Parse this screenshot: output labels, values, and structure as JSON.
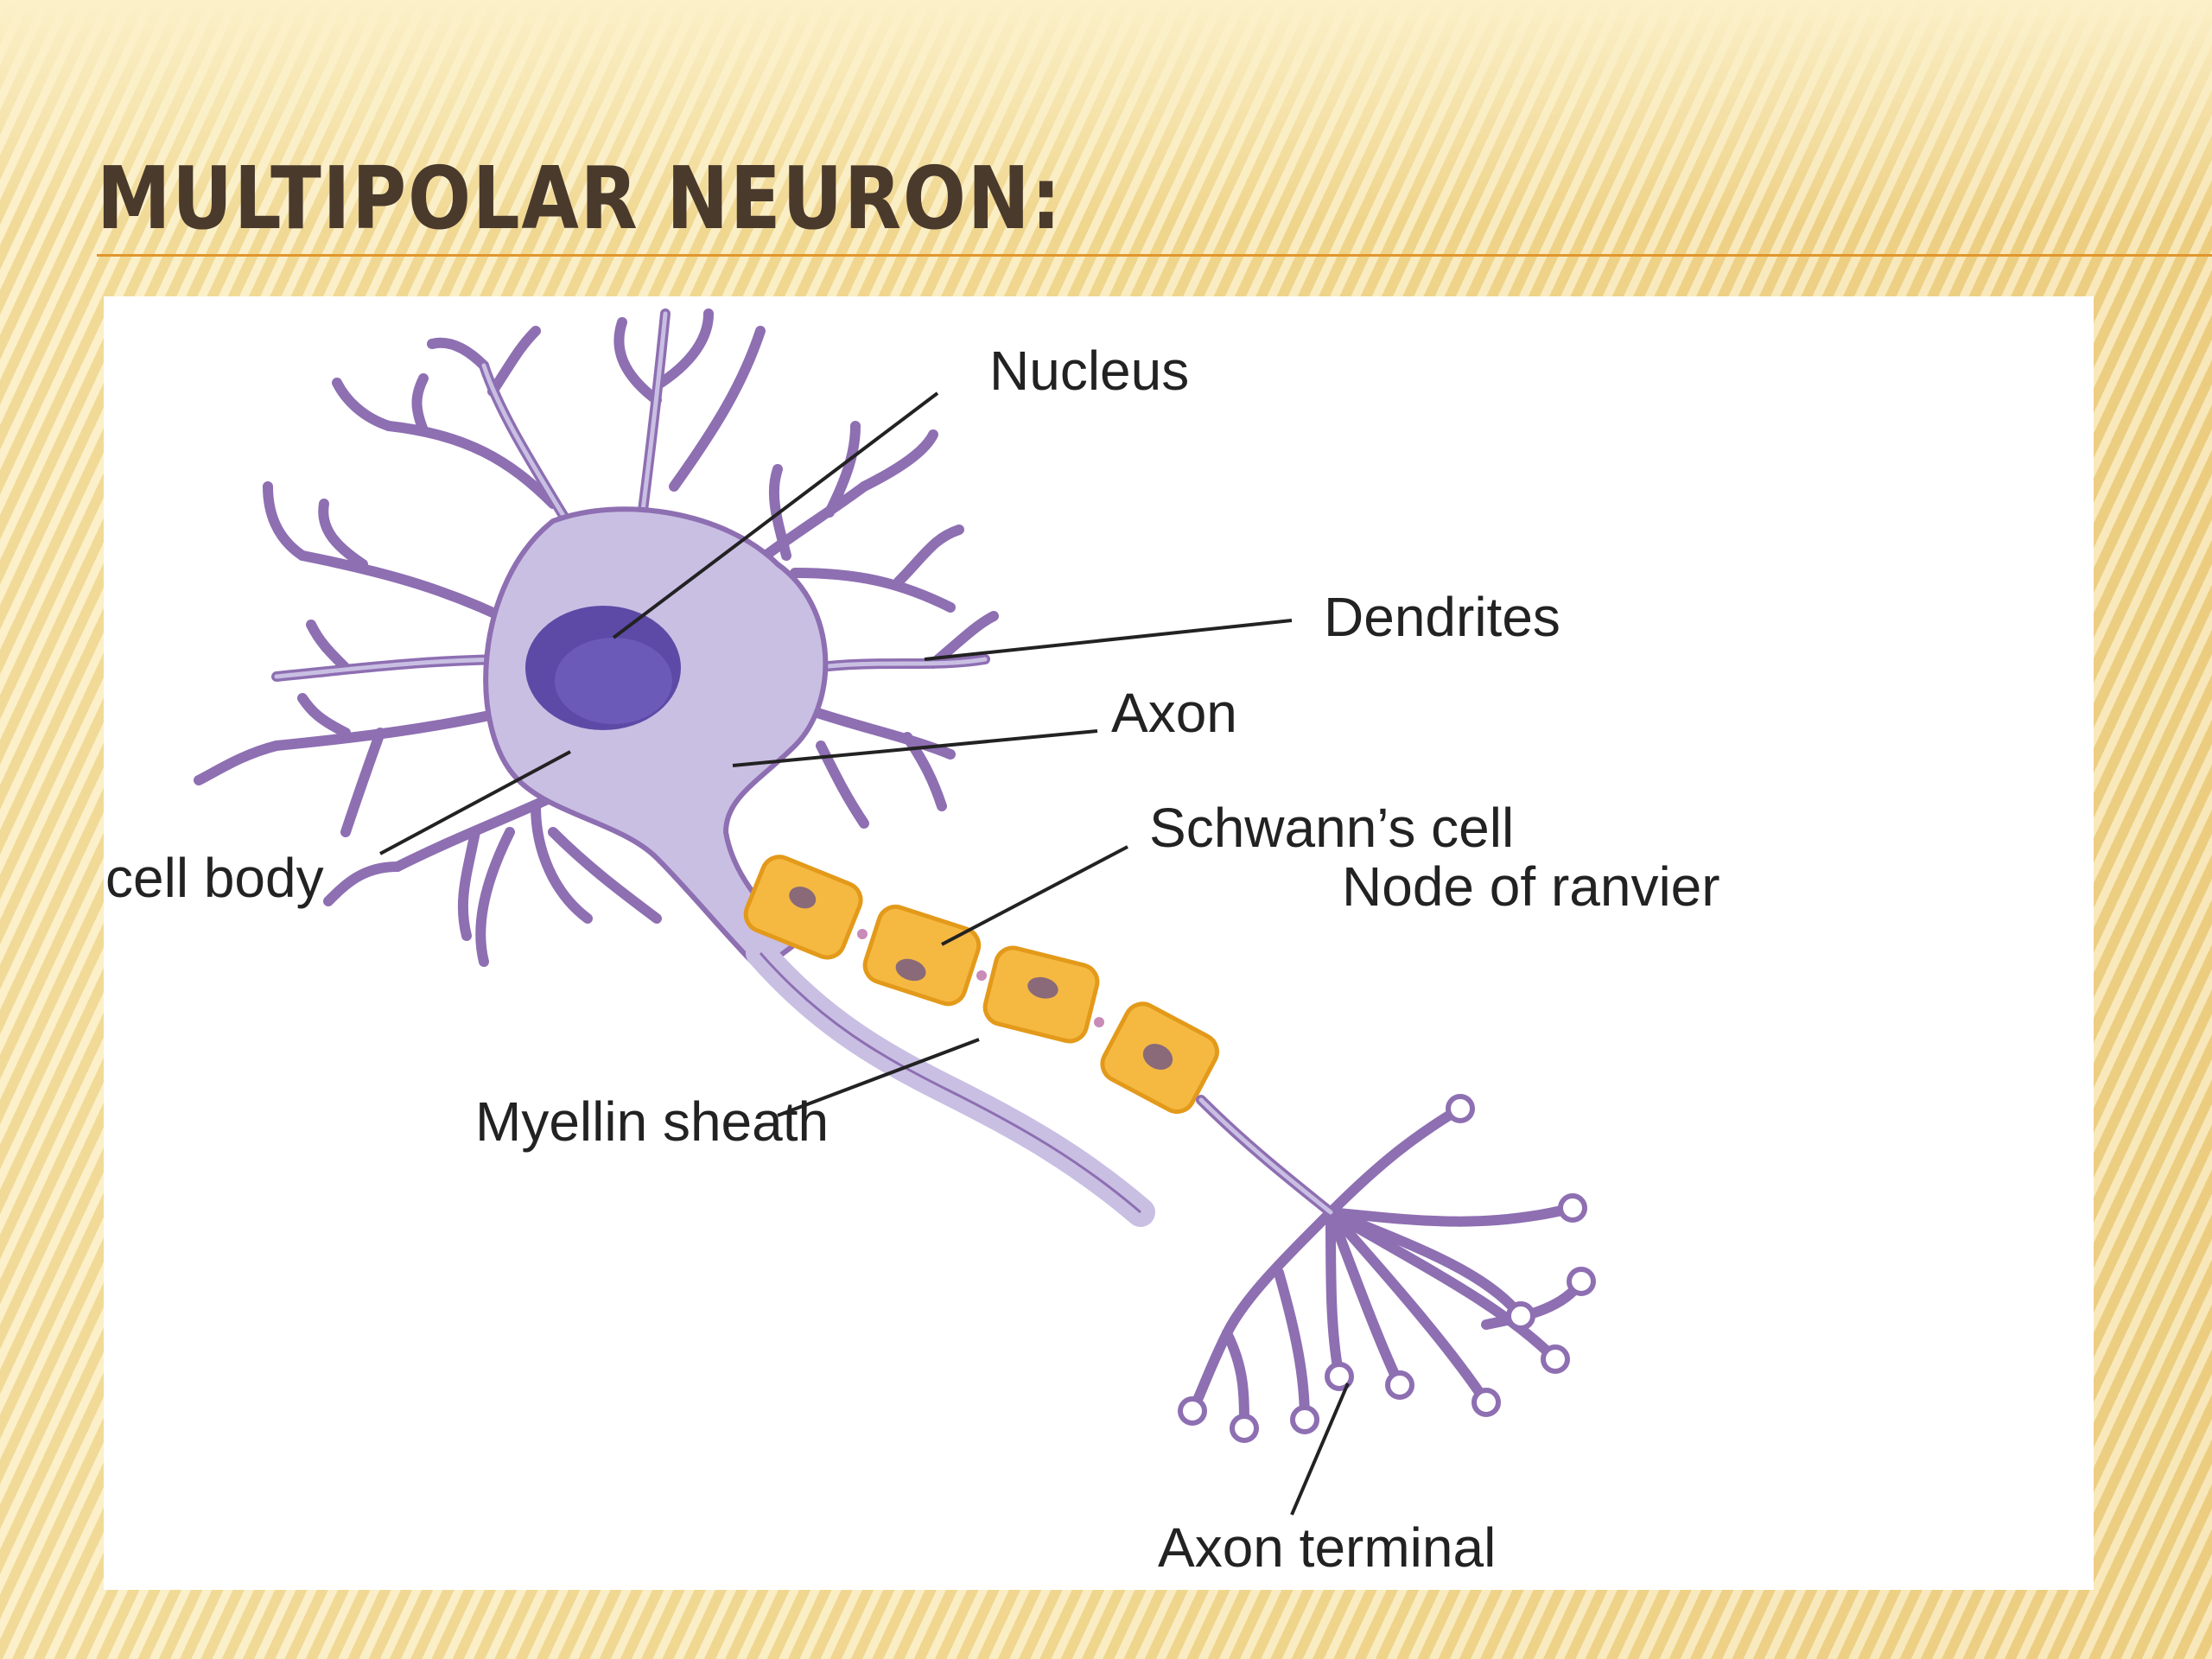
{
  "slide": {
    "title": "MULTIPOLAR NEURON:"
  },
  "diagram": {
    "labels": {
      "nucleus": "Nucleus",
      "dendrites": "Dendrites",
      "axon": "Axon",
      "schwanns_cell": "Schwann’s cell",
      "node_of_ranvier": "Node of ranvier",
      "cell_body": "cell body",
      "myelin_sheath": "Myellin sheath",
      "axon_terminal": "Axon terminal"
    }
  },
  "colors": {
    "title_text": "#4a3a2c",
    "title_rule": "#e0962e",
    "neuron_fill": "#c9bfe3",
    "neuron_outline": "#8e6fb2",
    "nucleus_fill": "#5c4aa6",
    "schwann_cell_fill": "#f5b942",
    "schwann_cell_outline": "#e39a1a"
  }
}
